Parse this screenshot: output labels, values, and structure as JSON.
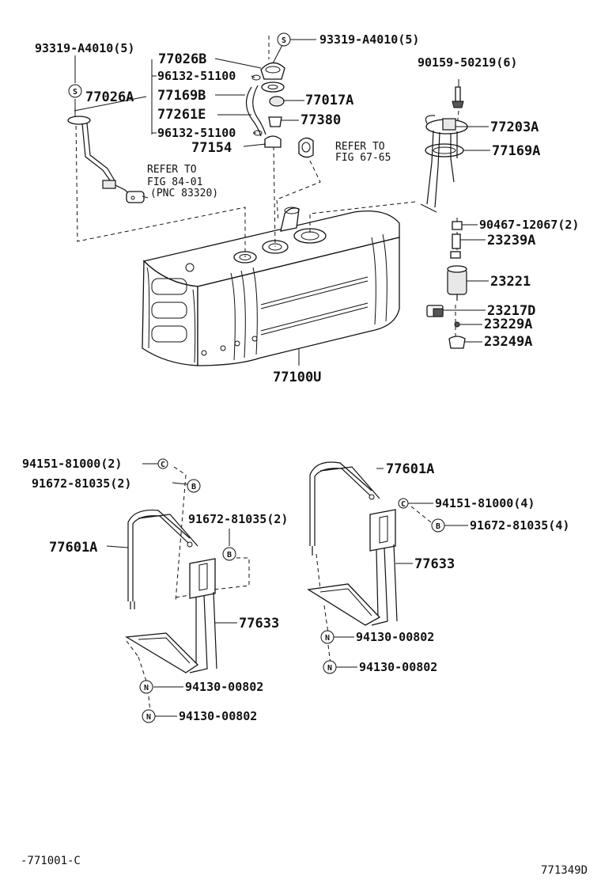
{
  "labels": {
    "l1": "93319-A4010(5)",
    "l2": "93319-A4010(5)",
    "l3": "77026B",
    "l4": "96132-51100",
    "l5": "77026A",
    "l6": "77169B",
    "l7": "77017A",
    "l8": "77261E",
    "l9": "77380",
    "l10": "96132-51100",
    "l11": "77154",
    "l12": "90159-50219(6)",
    "l13": "77203A",
    "l14": "77169A",
    "l15": "90467-12067(2)",
    "l16": "23239A",
    "l17": "23221",
    "l18": "23217D",
    "l19": "23229A",
    "l20": "23249A",
    "l21": "77100U",
    "l22": "94151-81000(2)",
    "l23": "91672-81035(2)",
    "l24": "91672-81035(2)",
    "l25": "77601A",
    "l26": "77633",
    "l27": "94130-00802",
    "l28": "94130-00802",
    "l29": "77601A",
    "l30": "94151-81000(4)",
    "l31": "91672-81035(4)",
    "l32": "77633",
    "l33": "94130-00802",
    "l34": "94130-00802"
  },
  "notes": {
    "ref1_line1": "REFER TO",
    "ref1_line2": "FIG 84-01",
    "ref1_line3": "(PNC 83320)",
    "ref2_line1": "REFER TO",
    "ref2_line2": "FIG 67-65"
  },
  "symbols": {
    "s": "S",
    "b": "B",
    "c": "C",
    "n": "N"
  },
  "corner": {
    "left": "-771001-C",
    "right": "771349D"
  }
}
